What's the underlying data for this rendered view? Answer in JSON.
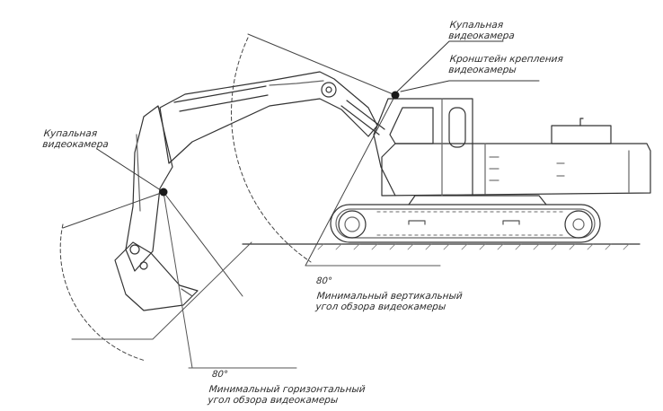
{
  "labels": {
    "top_camera": [
      "Купальная",
      "видеокамера"
    ],
    "bracket": [
      "Кронштейн крепления",
      "видеокамеры"
    ],
    "left_camera": [
      "Купальная",
      "видеокамера"
    ],
    "vertical_angle_value": "80°",
    "vertical_angle_text": [
      "Минимальный вертикальный",
      "угол обзора видеокамеры"
    ],
    "horizontal_angle_value": "80°",
    "horizontal_angle_text": [
      "Минимальный горизонтальный",
      "угол обзора видеокамеры"
    ]
  },
  "colors": {
    "line": "#333333",
    "faint": "#888888",
    "marker": "#1a1a1a"
  }
}
